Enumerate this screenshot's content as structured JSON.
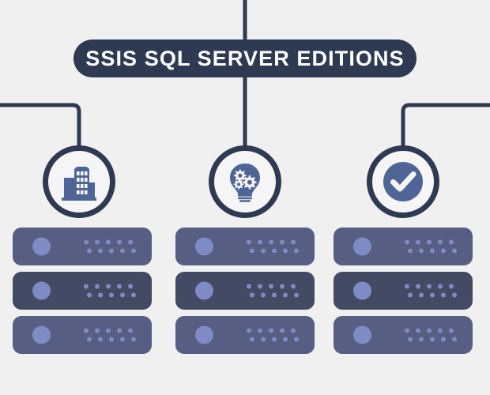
{
  "palette": {
    "background": "#f0f0f0",
    "dark_navy": "#2e3a52",
    "icon_blue": "#4f6596",
    "server_light": "#565f83",
    "server_dark": "#434a63",
    "accent_dot": "#7e8bc4",
    "white": "#ffffff"
  },
  "header": {
    "title": "SSIS SQL SERVER EDITIONS"
  },
  "connectors": {
    "stem_top_label": "root-stem",
    "trunk_label": "horizontal-trunk",
    "branch_labels": [
      "left-branch",
      "center-branch",
      "right-branch"
    ]
  },
  "branches": [
    {
      "id": "enterprise",
      "icon": "office-building-icon",
      "icon_label": "Office Building",
      "servers": [
        {
          "shade": "light",
          "led": "status-led",
          "vent_columns": 5,
          "vent_rows": 2
        },
        {
          "shade": "dark",
          "led": "status-led",
          "vent_columns": 5,
          "vent_rows": 2
        },
        {
          "shade": "light",
          "led": "status-led",
          "vent_columns": 5,
          "vent_rows": 2
        }
      ]
    },
    {
      "id": "developer",
      "icon": "lightbulb-gears-icon",
      "icon_label": "Lightbulb with Gears",
      "servers": [
        {
          "shade": "light",
          "led": "status-led",
          "vent_columns": 5,
          "vent_rows": 2
        },
        {
          "shade": "dark",
          "led": "status-led",
          "vent_columns": 5,
          "vent_rows": 2
        },
        {
          "shade": "light",
          "led": "status-led",
          "vent_columns": 5,
          "vent_rows": 2
        }
      ]
    },
    {
      "id": "standard",
      "icon": "check-circle-icon",
      "icon_label": "Check Mark in Circle",
      "servers": [
        {
          "shade": "light",
          "led": "status-led",
          "vent_columns": 5,
          "vent_rows": 2
        },
        {
          "shade": "dark",
          "led": "status-led",
          "vent_columns": 5,
          "vent_rows": 2
        },
        {
          "shade": "light",
          "led": "status-led",
          "vent_columns": 5,
          "vent_rows": 2
        }
      ]
    }
  ]
}
